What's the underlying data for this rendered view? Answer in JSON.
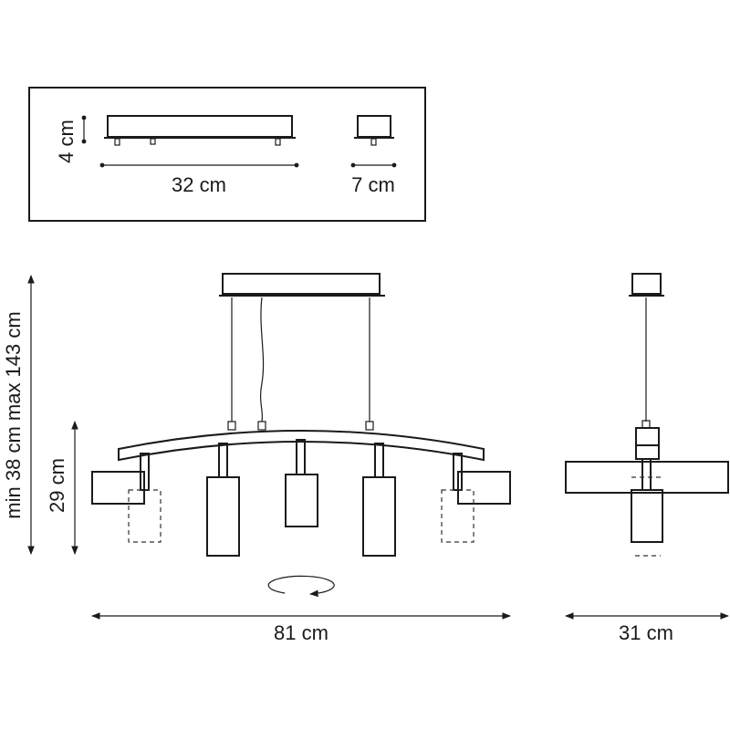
{
  "inset": {
    "height_label": "4 cm",
    "length_label": "32 cm",
    "width_label": "7 cm"
  },
  "front_view": {
    "height_range_label": "min 38 cm max 143 cm",
    "body_height_label": "29 cm",
    "width_label": "81 cm",
    "rotation_symbol": "rotation-icon"
  },
  "side_view": {
    "width_label": "31 cm"
  }
}
